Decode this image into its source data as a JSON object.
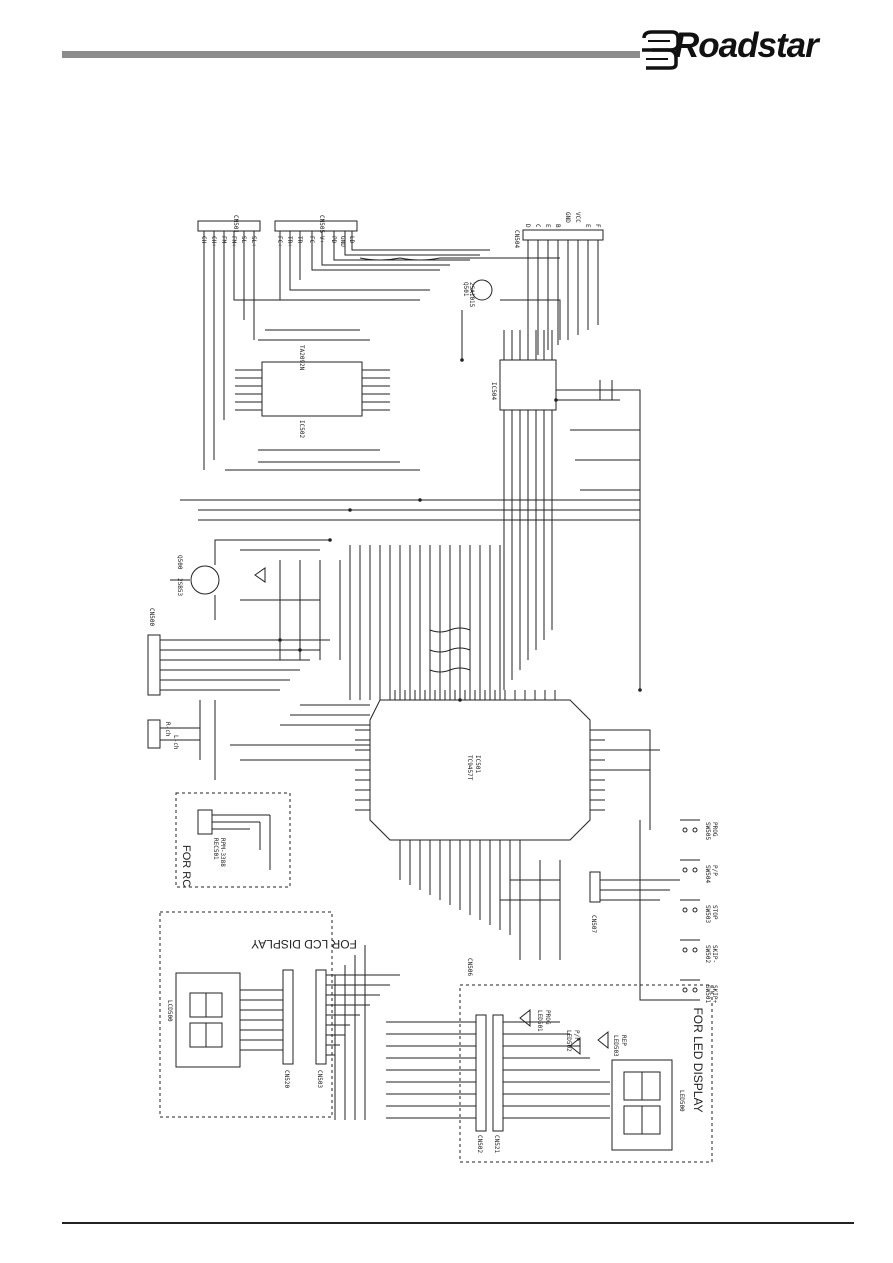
{
  "header": {
    "brand": "Roadstar"
  },
  "schematic": {
    "ic_main": {
      "ref": "IC501",
      "part": "TC9457T"
    },
    "ic_driver": {
      "ref": "IC502",
      "part": "TA2092N"
    },
    "ic_right": {
      "ref": "IC504"
    },
    "transistor_q500": {
      "ref": "Q500",
      "part": "2SB53"
    },
    "transistor_q501": {
      "ref": "Q501",
      "part": "2SA1015"
    },
    "connectors": {
      "cn501": "CN501",
      "cn505": "CN505",
      "cn504": "CN504",
      "cn500": "CN500",
      "cn506": "CN506",
      "cn507": "CN507",
      "cn503": "CN503",
      "cn502": "CN502",
      "cn520": "CN520",
      "cn521": "CN521"
    },
    "cn501_pins": [
      "CH-",
      "CH+",
      "FM-",
      "FM+",
      "SL-",
      "SL+"
    ],
    "cn505_pins": [
      "FC+",
      "TR+",
      "TR-",
      "FC-",
      "V+",
      "PD",
      "GND",
      "LD"
    ],
    "cn504_pins": [
      "D",
      "C",
      "E",
      "B",
      "GND",
      "VCC",
      "E",
      "F"
    ],
    "blocks": {
      "rc": "FOR RC",
      "lcd": "FOR LCD DISPLAY",
      "led": "FOR LED DISPLAY"
    },
    "leds": {
      "led501": "LED501",
      "led501_fn": "PROG",
      "led502": "LED502",
      "led502_fn": "P/P",
      "led503": "LED503",
      "led503_fn": "REP"
    },
    "switches": {
      "sw505": "SW505",
      "sw505_fn": "PROG",
      "sw504": "SW504",
      "sw504_fn": "P/P",
      "sw503": "SW503",
      "sw503_fn": "STOP",
      "sw502": "SW502",
      "sw502_fn": "SKIP-",
      "sw501": "SW501",
      "sw501_fn": "SKIP+"
    },
    "displays": {
      "lcd": "LCD500",
      "led": "LED500"
    },
    "remote": {
      "ref": "REC501",
      "part": "RPM-3388"
    },
    "extras": {
      "r_ch": "R-ch",
      "l_ch": "L-ch"
    }
  }
}
